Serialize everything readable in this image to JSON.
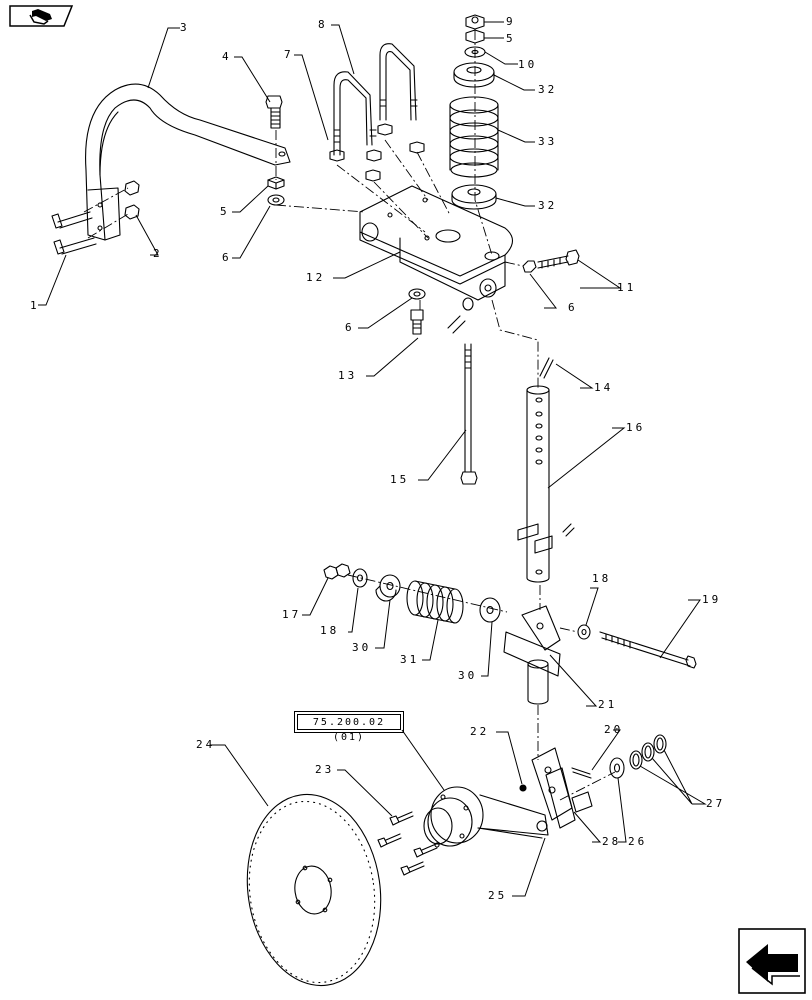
{
  "reference": "75.200.02 (01)",
  "callouts": [
    {
      "id": "n1",
      "text": "1"
    },
    {
      "id": "n2",
      "text": "2"
    },
    {
      "id": "n3",
      "text": "3"
    },
    {
      "id": "n4",
      "text": "4"
    },
    {
      "id": "n5a",
      "text": "5"
    },
    {
      "id": "n5b",
      "text": "5"
    },
    {
      "id": "n6a",
      "text": "6"
    },
    {
      "id": "n6b",
      "text": "6"
    },
    {
      "id": "n6c",
      "text": "6"
    },
    {
      "id": "n7",
      "text": "7"
    },
    {
      "id": "n8",
      "text": "8"
    },
    {
      "id": "n9",
      "text": "9"
    },
    {
      "id": "n10",
      "text": "10"
    },
    {
      "id": "n11",
      "text": "11"
    },
    {
      "id": "n12",
      "text": "12"
    },
    {
      "id": "n13",
      "text": "13"
    },
    {
      "id": "n14",
      "text": "14"
    },
    {
      "id": "n15",
      "text": "15"
    },
    {
      "id": "n16",
      "text": "16"
    },
    {
      "id": "n17",
      "text": "17"
    },
    {
      "id": "n18a",
      "text": "18"
    },
    {
      "id": "n18b",
      "text": "18"
    },
    {
      "id": "n19",
      "text": "19"
    },
    {
      "id": "n20",
      "text": "20"
    },
    {
      "id": "n21",
      "text": "21"
    },
    {
      "id": "n22",
      "text": "22"
    },
    {
      "id": "n23",
      "text": "23"
    },
    {
      "id": "n24",
      "text": "24"
    },
    {
      "id": "n25",
      "text": "25"
    },
    {
      "id": "n26",
      "text": "26"
    },
    {
      "id": "n27",
      "text": "27"
    },
    {
      "id": "n28",
      "text": "28"
    },
    {
      "id": "n30a",
      "text": "30"
    },
    {
      "id": "n30b",
      "text": "30"
    },
    {
      "id": "n31",
      "text": "31"
    },
    {
      "id": "n32a",
      "text": "32"
    },
    {
      "id": "n32b",
      "text": "32"
    },
    {
      "id": "n33",
      "text": "33"
    }
  ],
  "icons": {
    "top": "book-page-icon",
    "bottom": "previous-arrow-icon"
  }
}
